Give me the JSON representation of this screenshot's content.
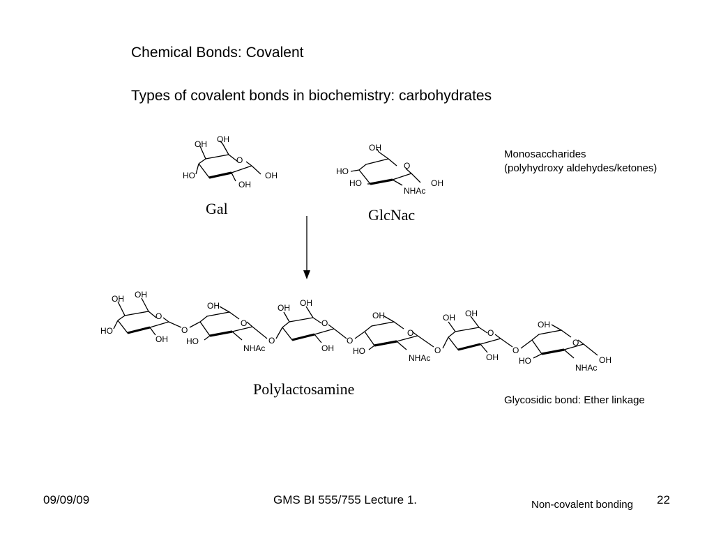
{
  "slide": {
    "title": "Chemical Bonds: Covalent",
    "subtitle": "Types of covalent bonds in biochemistry: carbohydrates"
  },
  "structures": {
    "gal_label": "Gal",
    "glcnac_label": "GlcNac",
    "polylactosamine_label": "Polylactosamine"
  },
  "atom_labels": {
    "oh": "OH",
    "ho": "HO",
    "o": "O",
    "nhac": "NHAc"
  },
  "notes": {
    "monosaccharides_line1": "Monosaccharides",
    "monosaccharides_line2": "(polyhydroxy aldehydes/ketones)",
    "glycosidic": "Glycosidic bond: Ether linkage"
  },
  "footer": {
    "date": "09/09/09",
    "course": "GMS BI 555/755 Lecture 1.",
    "page_number": "22",
    "link": "Non-covalent bonding"
  }
}
